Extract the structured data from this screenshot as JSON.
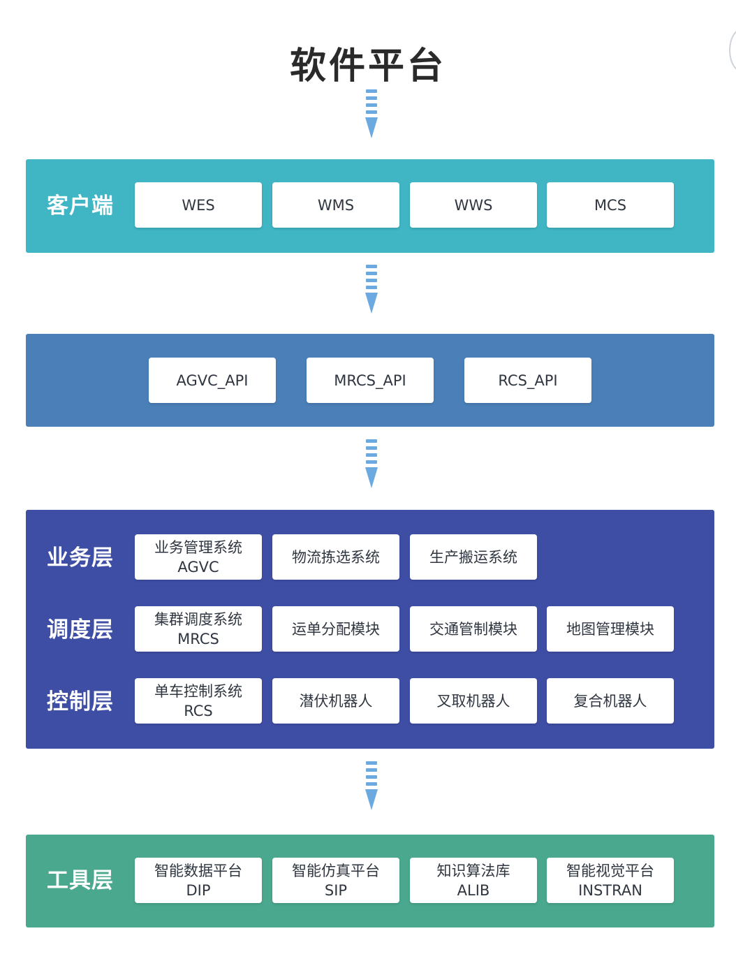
{
  "title": "软件平台",
  "colors": {
    "client": "#40b5c4",
    "api": "#4a7fb8",
    "core": "#3f4ea5",
    "tools": "#4aa88e",
    "arrow": "#6aaae0"
  },
  "client_layer": {
    "label": "客户端",
    "items": [
      {
        "line1": "WES",
        "line2": ""
      },
      {
        "line1": "WMS",
        "line2": ""
      },
      {
        "line1": "WWS",
        "line2": ""
      },
      {
        "line1": "MCS",
        "line2": ""
      }
    ]
  },
  "api_layer": {
    "items": [
      {
        "line1": "AGVC_API",
        "line2": ""
      },
      {
        "line1": "MRCS_API",
        "line2": ""
      },
      {
        "line1": "RCS_API",
        "line2": ""
      }
    ]
  },
  "core_layer": {
    "rows": [
      {
        "label": "业务层",
        "items": [
          {
            "line1": "业务管理系统",
            "line2": "AGVC"
          },
          {
            "line1": "物流拣选系统",
            "line2": ""
          },
          {
            "line1": "生产搬运系统",
            "line2": ""
          }
        ]
      },
      {
        "label": "调度层",
        "items": [
          {
            "line1": "集群调度系统",
            "line2": "MRCS"
          },
          {
            "line1": "运单分配模块",
            "line2": ""
          },
          {
            "line1": "交通管制模块",
            "line2": ""
          },
          {
            "line1": "地图管理模块",
            "line2": ""
          }
        ]
      },
      {
        "label": "控制层",
        "items": [
          {
            "line1": "单车控制系统",
            "line2": "RCS"
          },
          {
            "line1": "潜伏机器人",
            "line2": ""
          },
          {
            "line1": "叉取机器人",
            "line2": ""
          },
          {
            "line1": "复合机器人",
            "line2": ""
          }
        ]
      }
    ]
  },
  "tools_layer": {
    "label": "工具层",
    "items": [
      {
        "line1": "智能数据平台",
        "line2": "DIP"
      },
      {
        "line1": "智能仿真平台",
        "line2": "SIP"
      },
      {
        "line1": "知识算法库",
        "line2": "ALIB"
      },
      {
        "line1": "智能视觉平台",
        "line2": "INSTRAN"
      }
    ]
  }
}
